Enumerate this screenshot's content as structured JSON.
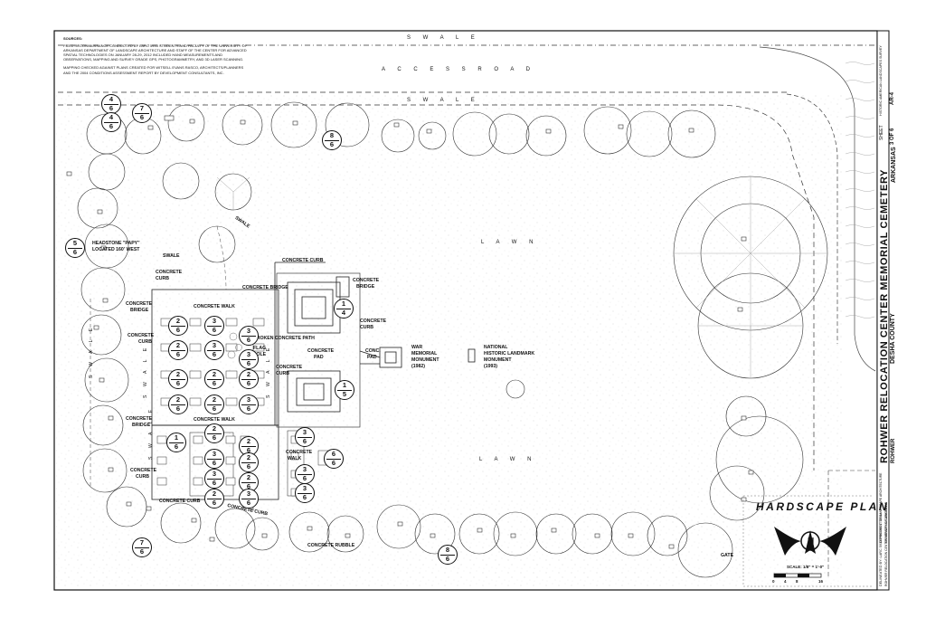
{
  "sources": {
    "heading": "SOURCES:",
    "lines": [
      "FIELD RECONNAISSANCE CONDUCTED BY LARC 5933 STUDENTS AND FACULTY OF THE UNIVERSITY OF",
      "ARKANSAS DEPARTMENT OF LANDSCAPE ARCHITECTURE AND STAFF OF THE CENTER FOR ADVANCED",
      "SPATIAL TECHNOLOGIES ON JANUARY 28-29, 2012 INCLUDED HAND MEASUREMENTS AND",
      "OBSERVATIONS, MAPPING AND SURVEY GRADE GPS, PHOTOGRAMMETRY, AND 3D LASER SCANNING.",
      "",
      "MAPPING CHECKED AGAINST PLANS CREATED FOR WITSELL EVANS RASCO, ARCHITECTS/PLANNERS",
      "AND THE 2004 CONDITIONS ASSESSMENT REPORT BY DEVELOPMENT CONSULTANTS, INC."
    ]
  },
  "site_labels": {
    "swale_top": "S W A L E",
    "access_road": "A C C E S S   R O A D",
    "swale_mid": "S W A L E",
    "lawn_upper": "L A W N",
    "lawn_lower": "L A W N",
    "swale_diag": "SWALE",
    "swale_small": "SWALE",
    "swale_left": "S W A L E",
    "swale_in1": "S W A L E",
    "swale_in2": "S W A L E",
    "swale_in3": "S W A L E",
    "headstone": "HEADSTONE \"PAPY\"",
    "headstone_loc": "LOCATED 160' WEST",
    "concrete_curb_1": "CONCRETE",
    "concrete_curb_1b": "CURB",
    "concrete_bridge_1": "CONCRETE",
    "concrete_bridge_1b": "BRIDGE",
    "concrete_curb_2": "CONCRETE",
    "concrete_curb_2b": "CURB",
    "concrete_walk_1": "CONCRETE WALK",
    "concrete_bridge_2": "CONCRETE BRIDGE",
    "concrete_curb_top": "CONCRETE CURB",
    "concrete_bridge_3": "CONCRETE",
    "concrete_bridge_3b": "BRIDGE",
    "concrete_curb_3": "CONCRETE",
    "concrete_curb_3b": "CURB",
    "broken_path": "BROKEN CONCRETE PATH",
    "flag_pole": "FLAG",
    "flag_pole_b": "POLE",
    "concrete_pad": "CONCRETE",
    "concrete_pad_b": "PAD",
    "concrete_curb_4": "CONCRETE",
    "concrete_curb_4b": "CURB",
    "conc_pad": "CONC.",
    "conc_pad_b": "PAD",
    "war_mem_1": "WAR",
    "war_mem_2": "MEMORIAL",
    "war_mem_3": "MONUMENT",
    "war_mem_4": "(1982)",
    "nhl_1": "NATIONAL",
    "nhl_2": "HISTORIC LANDMARK",
    "nhl_3": "MONUMENT",
    "nhl_4": "(1993)",
    "concrete_bridge_4": "CONCRETE",
    "concrete_bridge_4b": "BRIDGE",
    "concrete_walk_2": "CONCRETE WALK",
    "concrete_walk_3": "CONCRETE",
    "concrete_walk_3b": "WALK",
    "concrete_curb_5": "CONCRETE",
    "concrete_curb_5b": "CURB",
    "concrete_curb_6": "CONCRETE CURB",
    "concrete_curb_7": "CONCRETE CURB",
    "concrete_rubble": "CONCRETE RUBBLE",
    "gate": "GATE"
  },
  "bubbles": [
    {
      "n": "4",
      "d": "6"
    },
    {
      "n": "7",
      "d": "6"
    },
    {
      "n": "4",
      "d": "6"
    },
    {
      "n": "8",
      "d": "6"
    },
    {
      "n": "5",
      "d": "6"
    },
    {
      "n": "1",
      "d": "4"
    },
    {
      "n": "2",
      "d": "6"
    },
    {
      "n": "3",
      "d": "6"
    },
    {
      "n": "2",
      "d": "6"
    },
    {
      "n": "3",
      "d": "6"
    },
    {
      "n": "3",
      "d": "6"
    },
    {
      "n": "2",
      "d": "6"
    },
    {
      "n": "2",
      "d": "6"
    },
    {
      "n": "3",
      "d": "6"
    },
    {
      "n": "2",
      "d": "6"
    },
    {
      "n": "2",
      "d": "6"
    },
    {
      "n": "2",
      "d": "6"
    },
    {
      "n": "3",
      "d": "6"
    },
    {
      "n": "1",
      "d": "5"
    },
    {
      "n": "1",
      "d": "6"
    },
    {
      "n": "2",
      "d": "6"
    },
    {
      "n": "2",
      "d": "6"
    },
    {
      "n": "3",
      "d": "6"
    },
    {
      "n": "3",
      "d": "6"
    },
    {
      "n": "2",
      "d": "6"
    },
    {
      "n": "2",
      "d": "6"
    },
    {
      "n": "6",
      "d": "6"
    },
    {
      "n": "3",
      "d": "6"
    },
    {
      "n": "3",
      "d": "6"
    },
    {
      "n": "3",
      "d": "6"
    },
    {
      "n": "2",
      "d": "6"
    },
    {
      "n": "3",
      "d": "6"
    },
    {
      "n": "7",
      "d": "6"
    },
    {
      "n": "8",
      "d": "6"
    }
  ],
  "hardscape": {
    "title": "HARDSCAPE PLAN",
    "north": "N",
    "scale": "SCALE: 1/8\" = 1'-0\"",
    "scale_ticks": [
      "0",
      "4",
      "8",
      "16"
    ]
  },
  "title_block": {
    "main_title": "ROHWER RELOCATION CENTER MEMORIAL CEMETERY",
    "county": "DESHA COUNTY",
    "state": "ARKANSAS",
    "sheet_label": "SHEET",
    "sheet_num": "3 OF 6",
    "survey": "HISTORIC AMERICAN LANDSCAPES SURVEY",
    "survey_num": "AR-4",
    "short_name": "ROHWER",
    "delineated": "DELINEATED BY: LARC 5933 PROJECT TEAM",
    "dept_1": "ROHWER RELOCATION CENTER MEMORIAL CEMETERY",
    "dept_2": "DEPARTMENT OF LANDSCAPE ARCHITECTURE",
    "dept_3": "UNIVERSITY OF ARKANSAS"
  }
}
